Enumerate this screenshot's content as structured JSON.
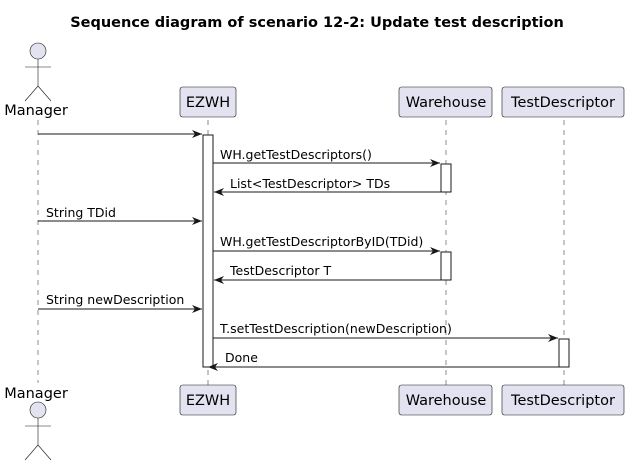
{
  "title": "Sequence diagram of scenario 12-2: Update test description",
  "participants": {
    "manager": "Manager",
    "ezwh": "EZWH",
    "warehouse": "Warehouse",
    "testdescriptor": "TestDescriptor"
  },
  "messages": [
    {
      "from": "manager",
      "to": "ezwh",
      "label": "",
      "kind": "sync"
    },
    {
      "from": "ezwh",
      "to": "warehouse",
      "label": "WH.getTestDescriptors()",
      "kind": "sync"
    },
    {
      "from": "warehouse",
      "to": "ezwh",
      "label": "List<TestDescriptor> TDs",
      "kind": "return"
    },
    {
      "from": "manager",
      "to": "ezwh",
      "label": "String TDid",
      "kind": "sync"
    },
    {
      "from": "ezwh",
      "to": "warehouse",
      "label": "WH.getTestDescriptorByID(TDid)",
      "kind": "sync"
    },
    {
      "from": "warehouse",
      "to": "ezwh",
      "label": "TestDescriptor T",
      "kind": "return"
    },
    {
      "from": "manager",
      "to": "ezwh",
      "label": "String newDescription",
      "kind": "sync"
    },
    {
      "from": "ezwh",
      "to": "testdescriptor",
      "label": "T.setTestDescription(newDescription)",
      "kind": "sync"
    },
    {
      "from": "testdescriptor",
      "to": "ezwh",
      "label": "Done",
      "kind": "return"
    }
  ]
}
